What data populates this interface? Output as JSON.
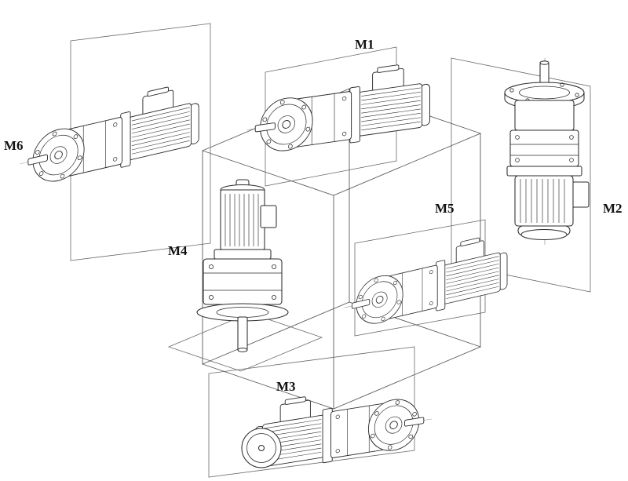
{
  "colors": {
    "background": "#ffffff",
    "line": "#2b2b2b"
  },
  "labels": {
    "m1": "M1",
    "m2": "M2",
    "m3": "M3",
    "m4": "M4",
    "m5": "M5",
    "m6": "M6"
  }
}
